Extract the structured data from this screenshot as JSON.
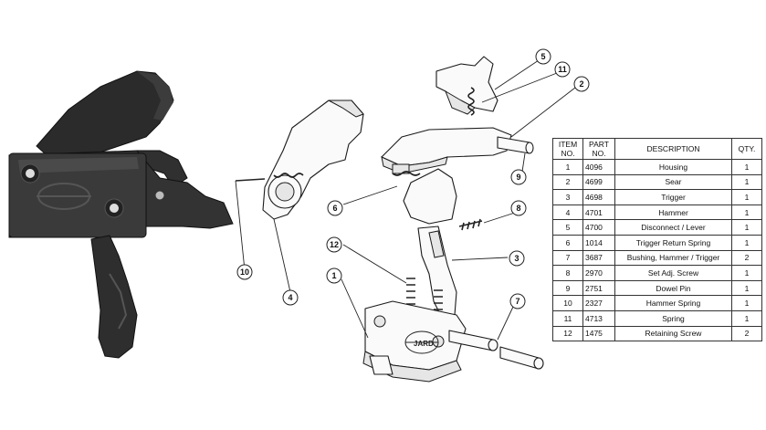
{
  "table": {
    "headers": {
      "item": "ITEM NO.",
      "part": "PART NO.",
      "description": "DESCRIPTION",
      "qty": "QTY."
    },
    "rows": [
      {
        "item": "1",
        "part": "4096",
        "description": "Housing",
        "qty": "1"
      },
      {
        "item": "2",
        "part": "4699",
        "description": "Sear",
        "qty": "1"
      },
      {
        "item": "3",
        "part": "4698",
        "description": "Trigger",
        "qty": "1"
      },
      {
        "item": "4",
        "part": "4701",
        "description": "Hammer",
        "qty": "1"
      },
      {
        "item": "5",
        "part": "4700",
        "description": "Disconnect / Lever",
        "qty": "1"
      },
      {
        "item": "6",
        "part": "1014",
        "description": "Trigger Return Spring",
        "qty": "1"
      },
      {
        "item": "7",
        "part": "3687",
        "description": "Bushing, Hammer / Trigger",
        "qty": "2"
      },
      {
        "item": "8",
        "part": "2970",
        "description": "Set Adj. Screw",
        "qty": "1"
      },
      {
        "item": "9",
        "part": "2751",
        "description": "Dowel Pin",
        "qty": "1"
      },
      {
        "item": "10",
        "part": "2327",
        "description": "Hammer Spring",
        "qty": "1"
      },
      {
        "item": "11",
        "part": "4713",
        "description": "Spring",
        "qty": "1"
      },
      {
        "item": "12",
        "part": "1475",
        "description": "Retaining Screw",
        "qty": "2"
      }
    ]
  },
  "callouts": [
    "1",
    "2",
    "3",
    "4",
    "5",
    "6",
    "7",
    "8",
    "9",
    "10",
    "11",
    "12"
  ],
  "housing_mark": "JARD"
}
